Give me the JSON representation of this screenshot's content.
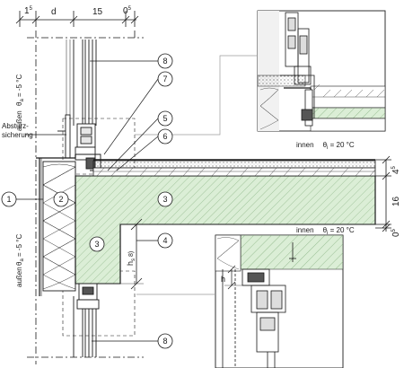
{
  "dimensions_top": {
    "d1": "1",
    "d1_sup": "5",
    "d2": "d",
    "d3": "15",
    "d4": "0",
    "d4_sup": "5"
  },
  "dimensions_right": {
    "r1": "4",
    "r1_sup": "5",
    "r2": "16",
    "r3": "0",
    "r3_sup": "5"
  },
  "labels": {
    "outside_top_sym": "θ",
    "outside_top_sub": "a",
    "outside_top_val": " = -5 °C",
    "outside_top_word": "außen",
    "outside_bottom_sym": "θ",
    "outside_bottom_sub": "a",
    "outside_bottom_val": " = -5 °C",
    "outside_bottom_word": "außen",
    "fall_protection_1": "Absturz-",
    "fall_protection_2": "sicherung",
    "inside_top_word": "innen",
    "inside_top_sym": "θ",
    "inside_top_sub": "i",
    "inside_top_val": " = 20 °C",
    "inside_bottom_word": "innen",
    "inside_bottom_sym": "θ",
    "inside_bottom_sub": "i",
    "inside_bottom_val": " = 20 °C",
    "hs_label": "h",
    "hs_sub": "s",
    "hs_note": " 8)",
    "h_label": "h"
  },
  "callouts": [
    "1",
    "2",
    "3",
    "3",
    "4",
    "5",
    "6",
    "7",
    "8",
    "8"
  ],
  "colors": {
    "concrete": "#dbeed6",
    "line": "#1a1a1a",
    "insulation": "#ffffff",
    "detail_box": "#9a9a9a"
  }
}
